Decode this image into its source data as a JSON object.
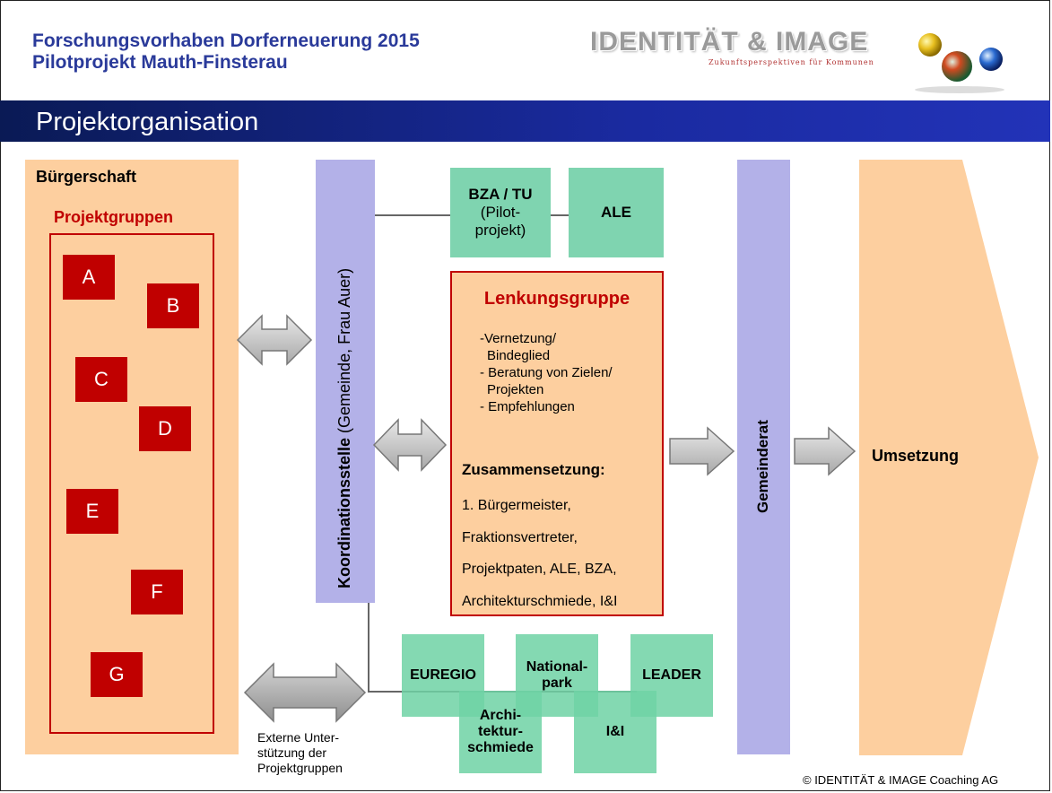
{
  "header": {
    "line1": "Forschungsvorhaben Dorferneuerung 2015",
    "line2": "Pilotprojekt Mauth-Finsterau"
  },
  "logo": {
    "text": "IDENTITÄT & IMAGE",
    "subtitle": "Zukunftsperspektiven für Kommunen",
    "icon": "marbles-icon"
  },
  "title": "Projektorganisation",
  "buergerschaft": {
    "label": "Bürgerschaft",
    "group_label": "Projektgruppen",
    "groups": [
      "A",
      "B",
      "C",
      "D",
      "E",
      "F",
      "G"
    ]
  },
  "koordination": {
    "label_bold": "Koordinationsstelle",
    "label_rest": " (Gemeinde, Frau Auer)"
  },
  "top_boxes": {
    "bza_title": "BZA / TU",
    "bza_sub1": "(Pilot-",
    "bza_sub2": "projekt)",
    "ale": "ALE"
  },
  "lenkungsgruppe": {
    "title": "Lenkungsgruppe",
    "bullets": [
      "-Vernetzung/",
      "Bindeglied",
      "- Beratung von Zielen/",
      "Projekten",
      "- Empfehlungen"
    ],
    "zus_title": "Zusammensetzung:",
    "members": [
      "1. Bürgermeister,",
      "Fraktionsvertreter,",
      "Projektpaten, ALE, BZA,",
      "Architekturschmiede, I&I"
    ]
  },
  "partners": {
    "euregio": "EUREGIO",
    "national1": "National-",
    "national2": "park",
    "leader": "LEADER",
    "archi1": "Archi-",
    "archi2": "tektur-",
    "archi3": "schmiede",
    "ii": "I&I"
  },
  "extern": [
    "Externe Unter-",
    "stützung der",
    "Projektgruppen"
  ],
  "gemeinderat": "Gemeinderat",
  "umsetzung": "Umsetzung",
  "copyright": "© IDENTITÄT & IMAGE Coaching AG",
  "colors": {
    "peach": "#fdcf9f",
    "lavender": "#b3b1e8",
    "green": "#7fd4b0",
    "red": "#c00000",
    "header_blue": "#2a3a9a"
  }
}
